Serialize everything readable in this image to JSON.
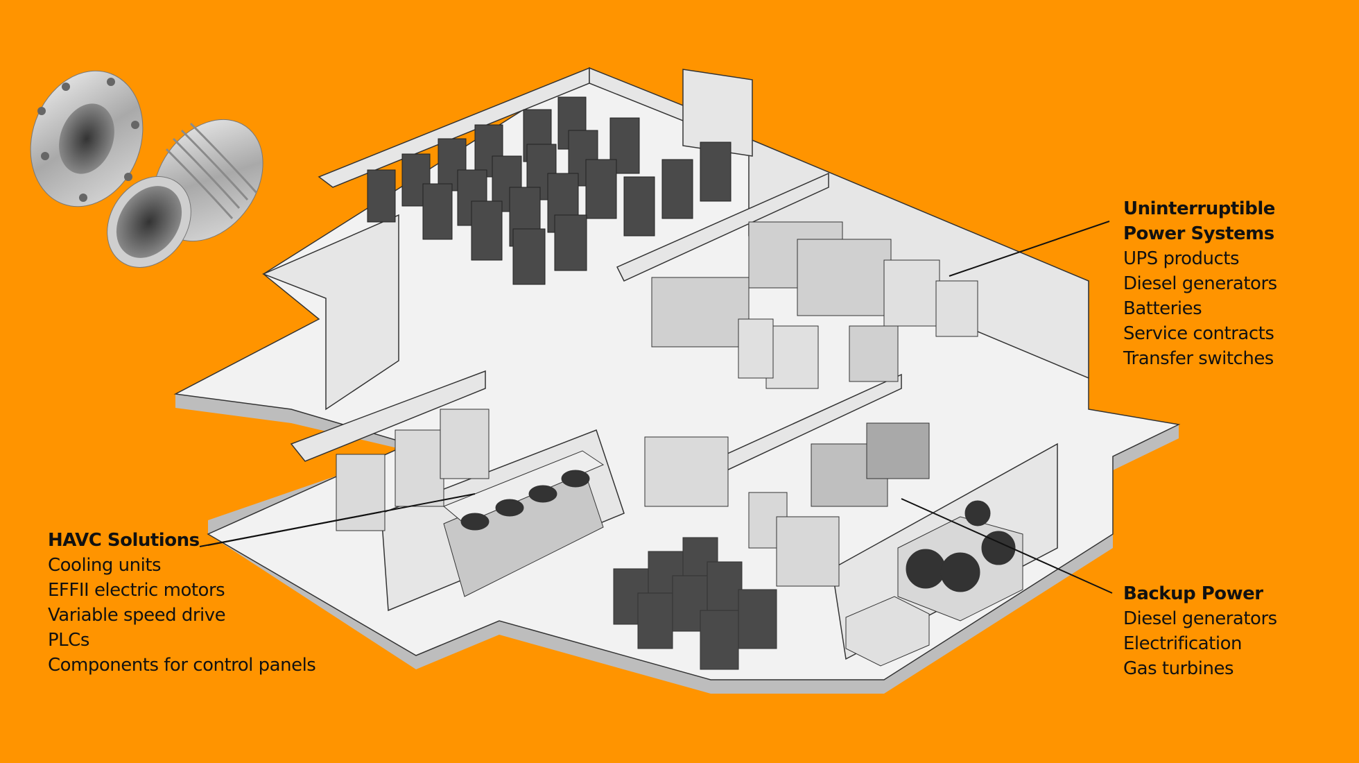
{
  "callouts": {
    "ups": {
      "title_line1": "Uninterruptible",
      "title_line2": "Power Systems",
      "items": [
        "UPS products",
        "Diesel generators",
        "Batteries",
        "Service contracts",
        "Transfer switches"
      ]
    },
    "havc": {
      "title": "HAVC Solutions",
      "items": [
        "Cooling units",
        "EFFII electric motors",
        "Variable speed drive",
        "PLCs",
        "Components for control panels"
      ]
    },
    "backup": {
      "title": "Backup Power",
      "items": [
        "Diesel generators",
        "Electrification",
        "Gas turbines"
      ]
    }
  },
  "colors": {
    "background": "#FF9400",
    "floor": "#F2F2F2",
    "edge": "#BDBDBD",
    "equipment": "#4A4A4A"
  }
}
